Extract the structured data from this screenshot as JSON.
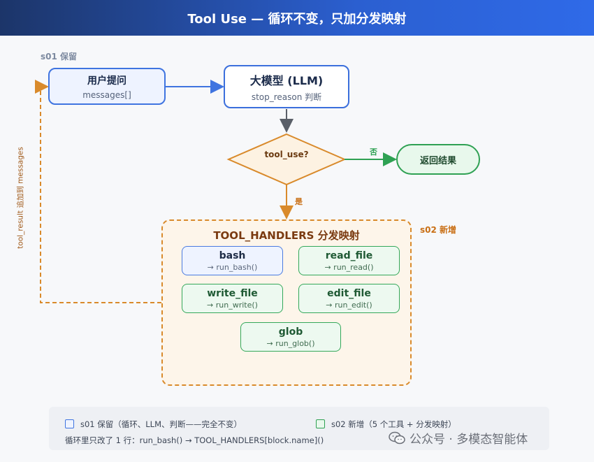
{
  "header": {
    "title": "Tool Use — 循环不变，只加分发映射"
  },
  "section_labels": {
    "s01": "s01 保留",
    "s02": "s02 新增"
  },
  "nodes": {
    "user": {
      "title": "用户提问",
      "sub": "messages[]"
    },
    "llm": {
      "title": "大模型 (LLM)",
      "sub": "stop_reason 判断"
    },
    "decision": {
      "label": "tool_use?"
    },
    "result": {
      "title": "返回结果"
    }
  },
  "edges": {
    "no_label": "否",
    "yes_label": "是",
    "loop_label": "tool_result 追加到 messages"
  },
  "handlers": {
    "title": "TOOL_HANDLERS 分发映射",
    "tools": [
      {
        "name": "bash",
        "fn": "→ run_bash()"
      },
      {
        "name": "read_file",
        "fn": "→ run_read()"
      },
      {
        "name": "write_file",
        "fn": "→ run_write()"
      },
      {
        "name": "edit_file",
        "fn": "→ run_edit()"
      },
      {
        "name": "glob",
        "fn": "→ run_glob()"
      }
    ]
  },
  "legend": {
    "s01": "s01 保留（循环、LLM、判断——完全不变）",
    "s02": "s02 新增（5 个工具 + 分发映射）",
    "note": "循环里只改了 1 行：run_bash() → TOOL_HANDLERS[block.name]()"
  },
  "watermark": {
    "text": "公众号 · 多模态智能体"
  },
  "colors": {
    "blue": "#3f74e0",
    "green": "#2fa153",
    "orange": "#d98a2b",
    "gray_arrow": "#5a5f68"
  }
}
